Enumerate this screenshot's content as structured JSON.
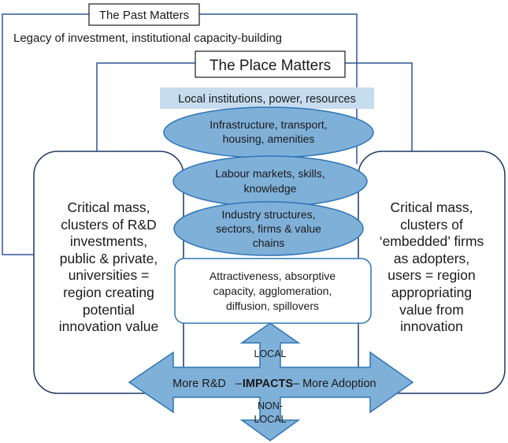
{
  "past": {
    "title": "The Past Matters",
    "subtitle": "Legacy of investment, institutional capacity-building"
  },
  "place": {
    "title": "The Place Matters",
    "institutions": "Local institutions, power, resources",
    "infrastructure": [
      "Infrastructure, transport,",
      "housing, amenities"
    ],
    "labour": [
      "Labour markets, skills,",
      "knowledge"
    ],
    "industry": [
      "Industry structures,",
      "sectors, firms & value",
      "chains"
    ],
    "attractiveness": [
      "Attractiveness, absorptive",
      "capacity, agglomeration,",
      "diffusion, spillovers"
    ]
  },
  "left_panel": [
    "Critical mass,",
    "clusters of R&D",
    "investments,",
    "public & private,",
    "universities =",
    "region creating",
    "potential",
    "innovation value"
  ],
  "right_panel": [
    "Critical mass,",
    "clusters of",
    "‘embedded’ firms",
    "as adopters,",
    "users = region",
    "appropriating",
    "value from",
    "innovation"
  ],
  "arrows": {
    "local": "LOCAL",
    "nonlocal": [
      "NON-",
      "LOCAL"
    ],
    "left_text": "More R&D   –",
    "center_text": "IMPACTS",
    "right_text": "– More Adoption"
  },
  "colors": {
    "blue_line": "#2f5597",
    "ellipse_fill": "#7fb0d8",
    "ellipse_stroke": "#2e75b6",
    "label_fill": "#c7dcee",
    "arrow_fill": "#7fb0d8"
  }
}
